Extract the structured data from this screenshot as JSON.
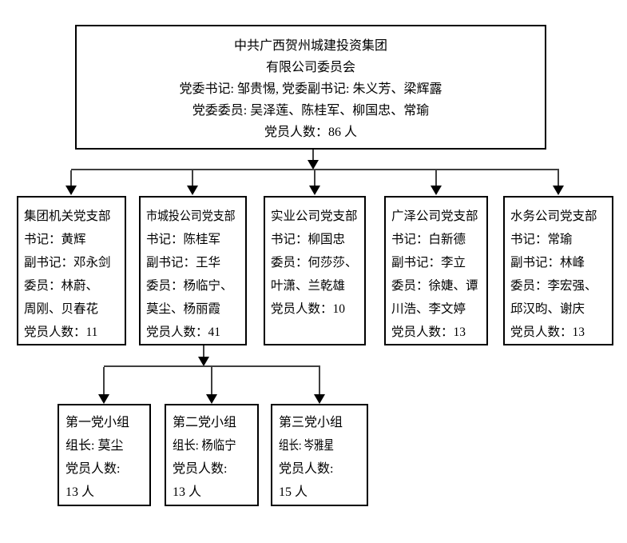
{
  "palette": {
    "background": "#ffffff",
    "box_border": "#000000",
    "connector_line": "#3f3f3f",
    "arrow": "#000000",
    "text": "#000000"
  },
  "root": {
    "lines": [
      "中共广西贺州城建投资集团",
      "有限公司委员会",
      "党委书记: 邹贵惕, 党委副书记: 朱义芳、梁辉露",
      "党委委员: 吴泽莲、陈桂军、柳国忠、常瑜",
      "党员人数：86 人"
    ]
  },
  "branches": [
    {
      "lines": [
        "集团机关党支部",
        "书记：黄辉",
        "副书记：邓永剑",
        "委员：林蔚、",
        "周刚、贝春花",
        "党员人数：11"
      ]
    },
    {
      "lines": [
        "市城投公司党支部",
        "书记：陈桂军",
        "副书记：王华",
        "委员：杨临宁、",
        "莫尘、杨丽霞",
        "党员人数：41"
      ]
    },
    {
      "lines": [
        "实业公司党支部",
        "书记：柳国忠",
        "委员：何莎莎、",
        "叶潇、兰乾雄",
        "党员人数：10"
      ]
    },
    {
      "lines": [
        "广泽公司党支部",
        "书记：白新德",
        "副书记：李立",
        "委员：徐婕、谭",
        "川浩、李文婷",
        "党员人数：13"
      ]
    },
    {
      "lines": [
        "水务公司党支部",
        "书记：常瑜",
        "副书记：林峰",
        "委员：李宏强、",
        "邱汉昀、谢庆",
        "党员人数：13"
      ]
    }
  ],
  "groups": [
    {
      "lines": [
        "第一党小组",
        "组长: 莫尘",
        "党员人数:",
        "13 人"
      ]
    },
    {
      "lines": [
        "第二党小组",
        "组长: 杨临宁",
        "党员人数:",
        "13 人"
      ]
    },
    {
      "lines": [
        "第三党小组",
        "组长: 岑雅星",
        "党员人数:",
        "15 人"
      ]
    }
  ]
}
